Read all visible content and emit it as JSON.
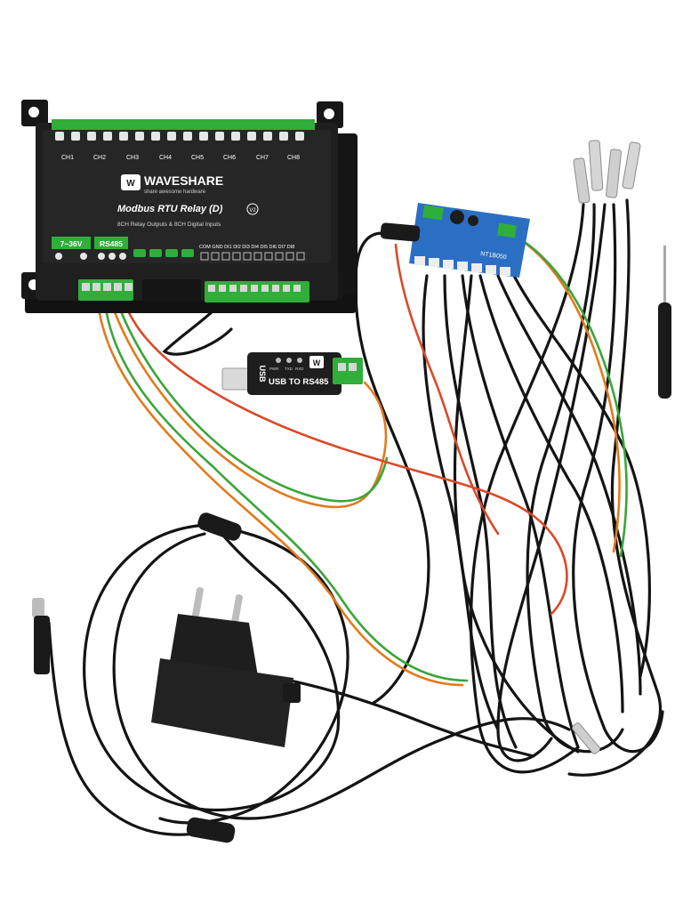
{
  "relay": {
    "channels": [
      "CH1",
      "CH2",
      "CH3",
      "CH4",
      "CH5",
      "CH6",
      "CH7",
      "CH8"
    ],
    "brand": "WAVESHARE",
    "tagline": "share awesome hardware",
    "model": "Modbus RTU Relay (D)",
    "version": "V2",
    "subtitle": "8CH Relay Outputs & 8CH Digital Inputs",
    "power_label": "7~36V",
    "bus_label": "RS485",
    "di_labels": "COM GND DI1 DI2 DI3 DI4 DI5 DI6 DI7 DI8"
  },
  "converter": {
    "usb_text": "USB",
    "label": "USB TO RS485",
    "leds": [
      "PWR",
      "TXD",
      "RXD"
    ]
  },
  "sensor_board": {
    "label": "NT1B050"
  },
  "colors": {
    "relay_body": "#1f1f1f",
    "terminal_green": "#2fae3a",
    "sensor_board_blue": "#2b6fc4",
    "cable_black": "#111111",
    "wire_orange": "#e27a1c",
    "wire_green": "#3aa53a",
    "wire_red": "#d94a2a"
  }
}
